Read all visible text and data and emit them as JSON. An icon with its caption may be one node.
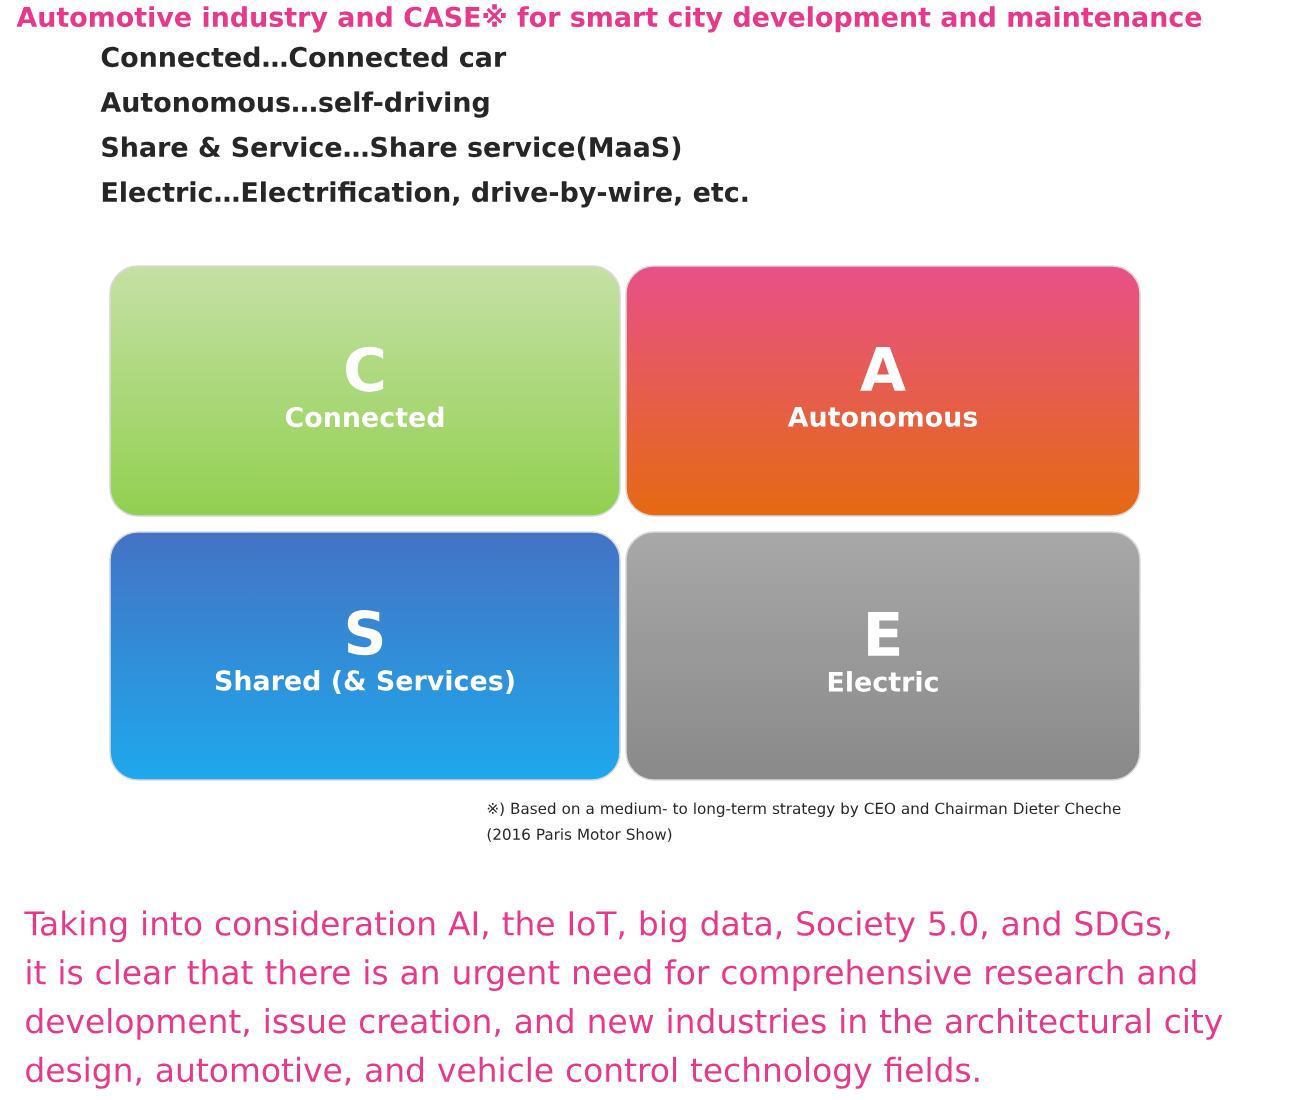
{
  "diagram": {
    "title": "Automotive industry and CASE※ for smart city development and maintenance",
    "nodes": [
      {
        "text": [
          "C",
          "Connected"
        ]
      },
      {
        "text": [
          "A",
          "Autonomous"
        ]
      },
      {
        "text": [
          "S",
          "Shared (& Services)"
        ]
      },
      {
        "text": [
          "E",
          "Electric"
        ]
      }
    ],
    "labels": [
      "Connected…Connected car",
      "Autonomous…self-driving",
      "Share & Service…Share service(MaaS)",
      "Electric…Electrification, drive-by-wire, etc.",
      "※) Based on a medium- to long-term strategy by CEO and Chairman Dieter Cheche (2016 Paris Motor Show)"
    ],
    "caption": "Taking into consideration AI, the IoT, big data, Society 5.0, and SDGs, it is clear that there is an urgent need for comprehensive research and development, issue creation, and new industries in the architectural city design, automotive, and vehicle control technology fields."
  }
}
